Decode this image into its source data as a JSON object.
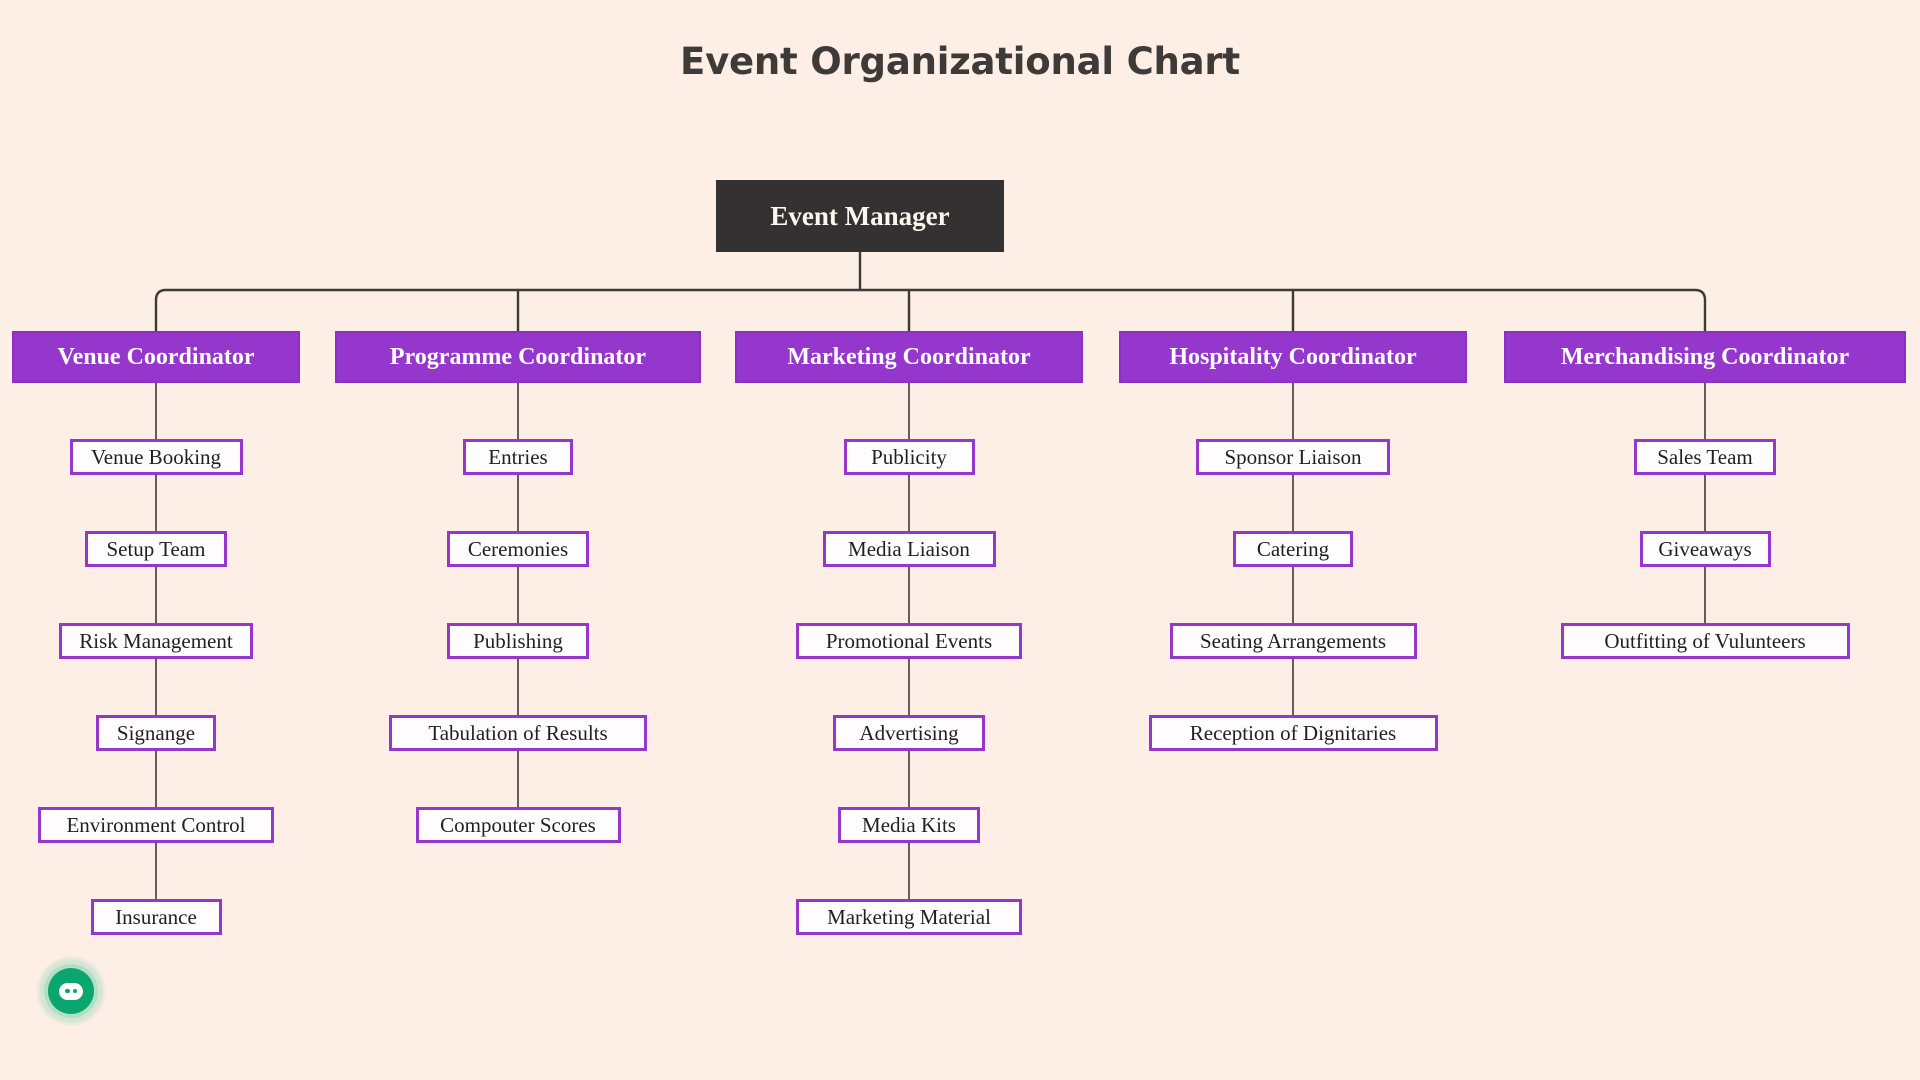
{
  "page": {
    "title": "Event Organizational Chart",
    "background_color": "#fdeee6"
  },
  "theme": {
    "root_fill": "#333132",
    "root_text": "#fdf6ef",
    "level1_fill": "#9537cd",
    "level1_text": "#ffffff",
    "leaf_fill": "#fefcfd",
    "leaf_border": "#9537cd",
    "leaf_text": "#231f20",
    "connector_color": "#3d3a38",
    "title_color": "#3d3a38",
    "bot_color": "#0aa66f"
  },
  "chart_data": {
    "type": "diagram",
    "diagram_type": "organizational-chart",
    "title": "Event Organizational Chart",
    "root": {
      "label": "Event Manager",
      "level": 0
    },
    "branches": [
      {
        "label": "Venue Coordinator",
        "level": 1,
        "children": [
          "Venue Booking",
          "Setup Team",
          "Risk Management",
          "Signange",
          "Environment Control",
          "Insurance"
        ]
      },
      {
        "label": "Programme Coordinator",
        "level": 1,
        "children": [
          "Entries",
          "Ceremonies",
          "Publishing",
          "Tabulation of Results",
          "Compouter Scores"
        ]
      },
      {
        "label": "Marketing Coordinator",
        "level": 1,
        "children": [
          "Publicity",
          "Media Liaison",
          "Promotional Events",
          "Advertising",
          "Media Kits",
          "Marketing Material"
        ]
      },
      {
        "label": "Hospitality Coordinator",
        "level": 1,
        "children": [
          "Sponsor Liaison",
          "Catering",
          "Seating Arrangements",
          "Reception of Dignitaries"
        ]
      },
      {
        "label": "Merchandising Coordinator",
        "level": 1,
        "children": [
          "Sales Team",
          "Giveaways",
          "Outfitting of Vulunteers"
        ]
      }
    ]
  },
  "widget": {
    "bot_label": "chat-bot"
  }
}
